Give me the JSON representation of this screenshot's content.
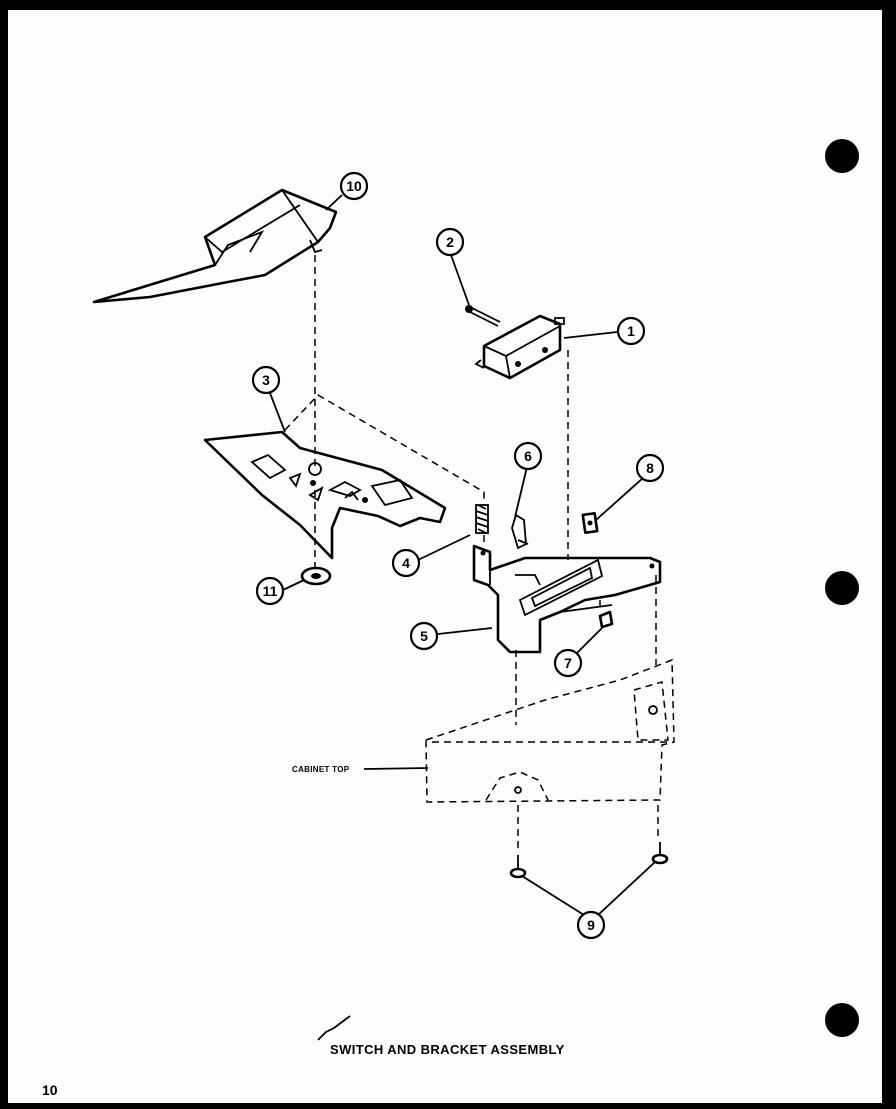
{
  "caption": "SWITCH AND BRACKET ASSEMBLY",
  "page_number": "10",
  "cabinet_label": "CABINET TOP",
  "callouts": [
    {
      "id": "c1",
      "label": "1"
    },
    {
      "id": "c2",
      "label": "2"
    },
    {
      "id": "c3",
      "label": "3"
    },
    {
      "id": "c4",
      "label": "4"
    },
    {
      "id": "c5",
      "label": "5"
    },
    {
      "id": "c6",
      "label": "6"
    },
    {
      "id": "c7",
      "label": "7"
    },
    {
      "id": "c8",
      "label": "8"
    },
    {
      "id": "c9",
      "label": "9"
    },
    {
      "id": "c10",
      "label": "10"
    },
    {
      "id": "c11",
      "label": "11"
    }
  ]
}
